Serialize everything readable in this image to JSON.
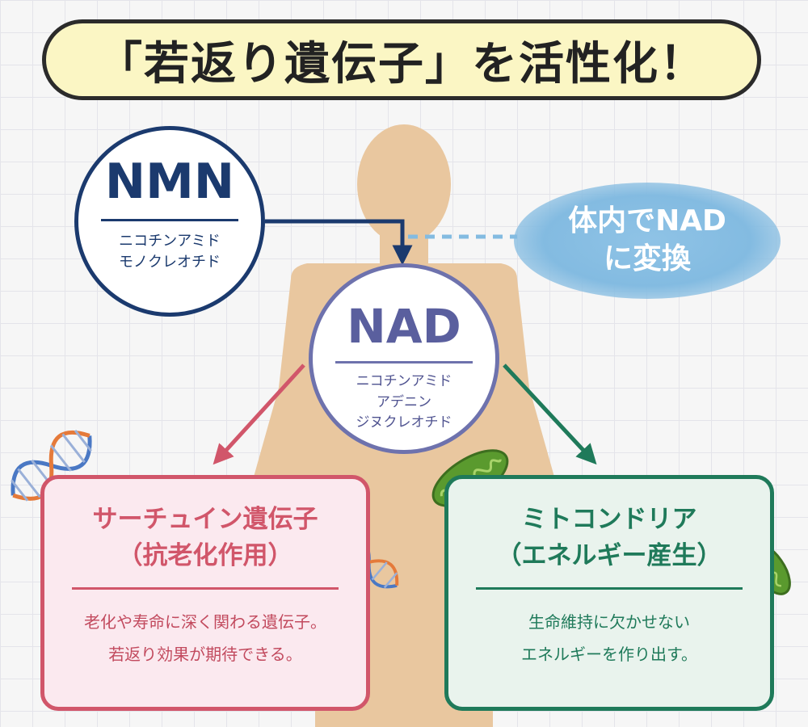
{
  "title": "「若返り遺伝子」を活性化！",
  "nmn": {
    "name": "NMN",
    "sub_lines": [
      "ニコチンアミド",
      "モノクレオチド"
    ]
  },
  "nad": {
    "name": "NAD",
    "sub_lines": [
      "ニコチンアミド",
      "アデニン",
      "ジヌクレオチド"
    ]
  },
  "note": {
    "lines": [
      "体内でNAD",
      "に変換"
    ]
  },
  "sirtuin": {
    "title_lines": [
      "サーチュイン遺伝子",
      "（抗老化作用）"
    ],
    "desc_lines": [
      "老化や寿命に深く関わる遺伝子。",
      "若返り効果が期待できる。"
    ]
  },
  "mitochondria": {
    "title_lines": [
      "ミトコンドリア",
      "（エネルギー産生）"
    ],
    "desc_lines": [
      "生命維持に欠かせない",
      "エネルギーを作り出す。"
    ]
  },
  "colors": {
    "nmn": "#1b3a6e",
    "nad": "#6e72ad",
    "sirtuin": "#d1566a",
    "mitochondria": "#1f7a5a",
    "body": "#e9c79f",
    "note": "#83bbe1",
    "title_bg": "#fbf6c4"
  }
}
